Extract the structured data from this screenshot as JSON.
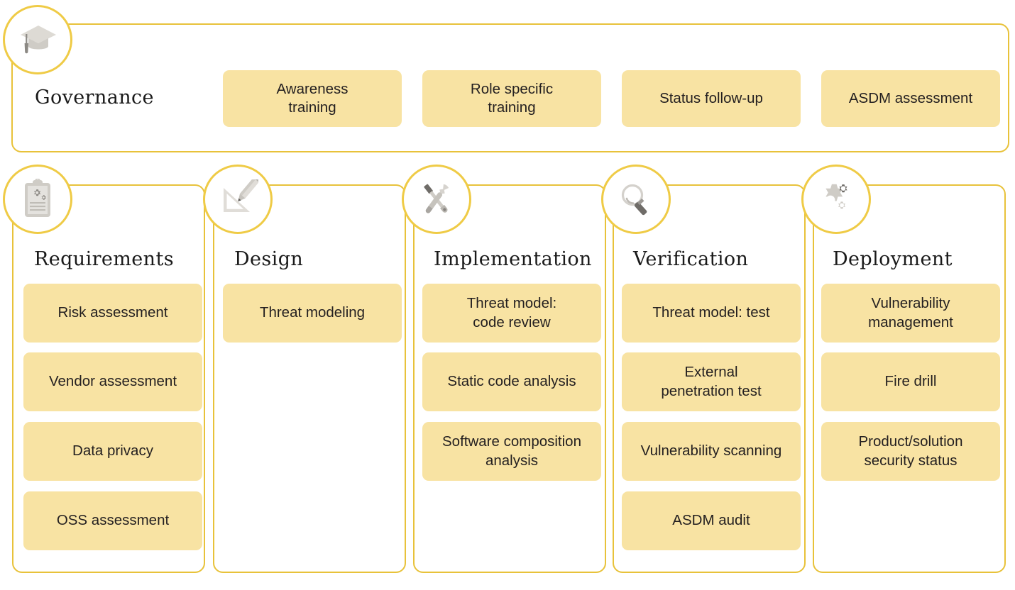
{
  "colors": {
    "border": "#E8C23A",
    "ring": "#EFCB46",
    "card_fill": "#F8E3A3",
    "text": "#231F20",
    "icon_light": "#CCCAC6",
    "icon_dark": "#8C8984",
    "background": "#FFFFFF"
  },
  "governance": {
    "title": "Governance",
    "icon": "graduation-cap-icon",
    "cards": [
      "Awareness\ntraining",
      "Role specific\ntraining",
      "Status follow-up",
      "ASDM assessment"
    ]
  },
  "phases": [
    {
      "title": "Requirements",
      "icon": "clipboard-gears-icon",
      "cards": [
        "Risk assessment",
        "Vendor assessment",
        "Data privacy",
        "OSS assessment"
      ]
    },
    {
      "title": "Design",
      "icon": "ruler-pencil-icon",
      "cards": [
        "Threat modeling"
      ]
    },
    {
      "title": "Implementation",
      "icon": "wrench-screwdriver-icon",
      "cards": [
        "Threat model:\ncode review",
        "Static code analysis",
        "Software composition\nanalysis"
      ]
    },
    {
      "title": "Verification",
      "icon": "magnifier-icon",
      "cards": [
        "Threat model: test",
        "External\npenetration test",
        "Vulnerability scanning",
        "ASDM audit"
      ]
    },
    {
      "title": "Deployment",
      "icon": "gears-icon",
      "cards": [
        "Vulnerability\nmanagement",
        "Fire drill",
        "Product/solution\nsecurity status"
      ]
    }
  ]
}
